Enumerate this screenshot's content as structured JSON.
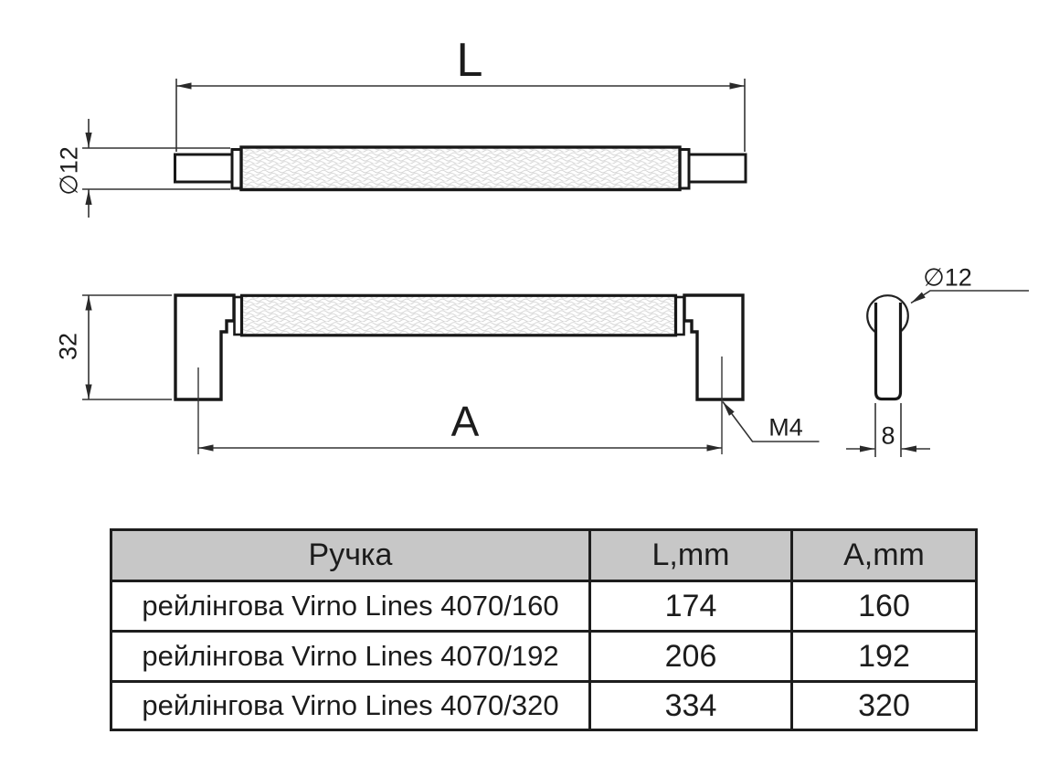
{
  "drawing": {
    "top_view": {
      "length_label": "L",
      "diameter_label": "∅12"
    },
    "front_view": {
      "height_label": "32",
      "hole_spacing_label": "A",
      "thread_label": "M4"
    },
    "side_view": {
      "diameter_label": "∅12",
      "width_label": "8"
    }
  },
  "table": {
    "headers": {
      "name": "Ручка",
      "l": "L,mm",
      "a": "A,mm"
    },
    "rows": [
      {
        "name": "рейлінгова Virno Lines 4070/160",
        "l": "174",
        "a": "160"
      },
      {
        "name": "рейлінгова Virno Lines 4070/192",
        "l": "206",
        "a": "192"
      },
      {
        "name": "рейлінгова Virno Lines 4070/320",
        "l": "334",
        "a": "320"
      }
    ]
  },
  "colors": {
    "line": "#1d1d1d",
    "dimension_line": "#333333",
    "table_header_bg": "#c7c7c7",
    "knurl_texture": "#d2d2d2"
  }
}
